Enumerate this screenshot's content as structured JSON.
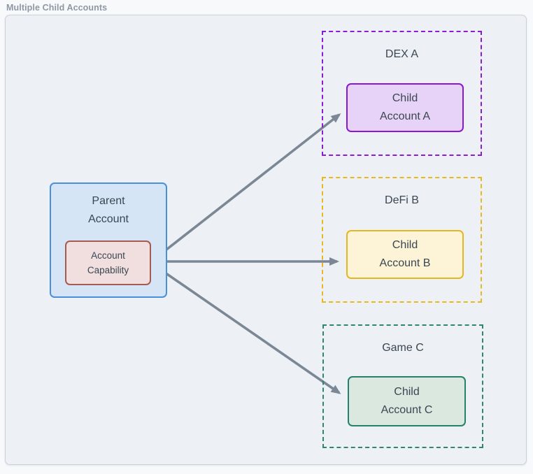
{
  "title": "Multiple Child Accounts",
  "parent": {
    "label": [
      "Parent",
      "Account"
    ],
    "capability": [
      "Account",
      "Capability"
    ]
  },
  "groups": [
    {
      "name": "DEX A",
      "child_label": [
        "Child",
        "Account A"
      ]
    },
    {
      "name": "DeFi B",
      "child_label": [
        "Child",
        "Account B"
      ]
    },
    {
      "name": "Game C",
      "child_label": [
        "Child",
        "Account C"
      ]
    }
  ],
  "colors": {
    "page_background": "#f7f9fb",
    "canvas_background": "#edf1f6",
    "canvas_border": "#c9d1db",
    "title_text": "#8e98a4",
    "node_text": "#3a4651",
    "arrow": "#7b8795",
    "parent_fill": "#d5e5f6",
    "parent_border": "#4a90d9",
    "capability_fill": "#f1dede",
    "capability_border": "#a65a52",
    "dex_a_group_border": "#8c1bd6",
    "child_a_fill": "#e8d3f8",
    "child_a_border": "#8a16d6",
    "defi_b_group_border": "#e8b820",
    "child_b_fill": "#fdf4d7",
    "child_b_border": "#e5b71f",
    "game_c_group_border": "#2e8570",
    "child_c_fill": "#dae8e0",
    "child_c_border": "#26816a"
  }
}
